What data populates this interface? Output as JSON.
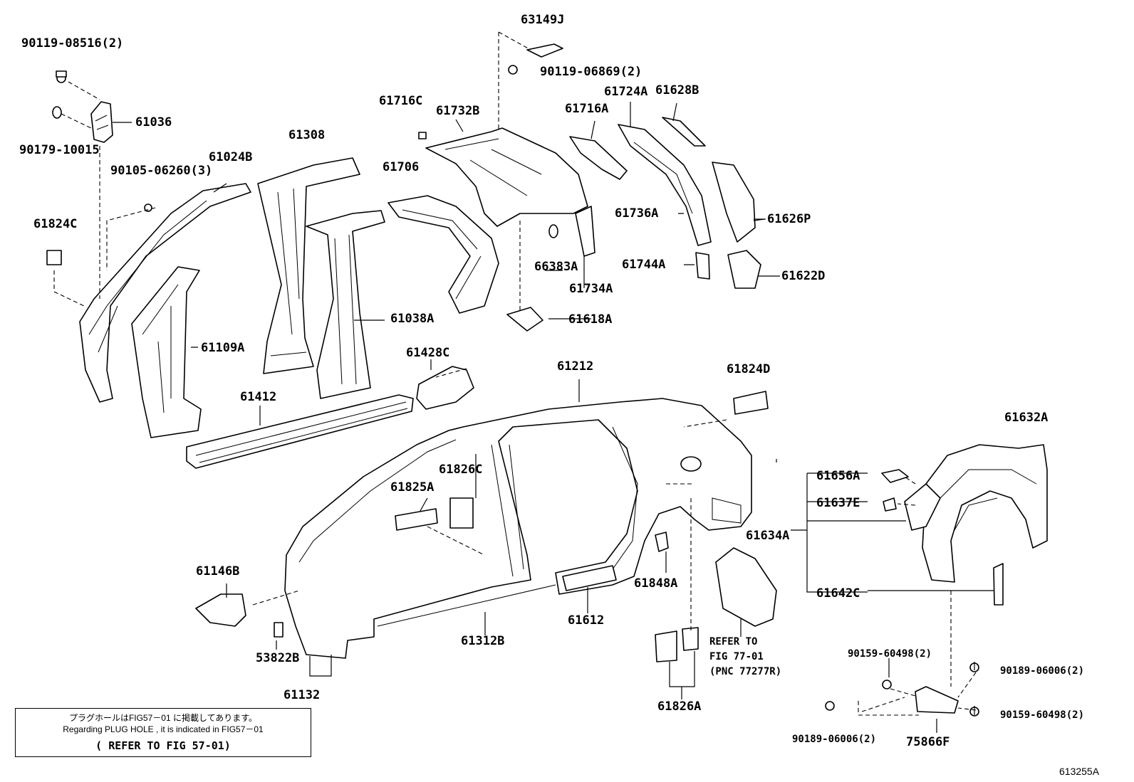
{
  "labels": {
    "p90119_08516": "90119-08516(2)",
    "p61036": "61036",
    "p90179_10015": "90179-10015",
    "p90105_06260": "90105-06260(3)",
    "p61024B": "61024B",
    "p61824C": "61824C",
    "p61308": "61308",
    "p61109A": "61109A",
    "p61038A": "61038A",
    "p61412": "61412",
    "p61428C": "61428C",
    "p63149J": "63149J",
    "p90119_06869": "90119-06869(2)",
    "p61716C": "61716C",
    "p61732B": "61732B",
    "p61706": "61706",
    "p61716A": "61716A",
    "p61724A": "61724A",
    "p61628B": "61628B",
    "p61736A": "61736A",
    "p61626P": "61626P",
    "p66383A": "66383A",
    "p61734A": "61734A",
    "p61744A": "61744A",
    "p61622D": "61622D",
    "p61618A": "61618A",
    "p61212": "61212",
    "p61824D": "61824D",
    "p61826C": "61826C",
    "p61825A": "61825A",
    "p61146B": "61146B",
    "p53822B": "53822B",
    "p61132": "61132",
    "p61312B": "61312B",
    "p61612": "61612",
    "p61848A": "61848A",
    "p61826A": "61826A",
    "p61632A": "61632A",
    "p61656A": "61656A",
    "p61637E": "61637E",
    "p61634A": "61634A",
    "p61642C": "61642C",
    "p90159_60498_a": "90159-60498(2)",
    "p90189_06006_a": "90189-06006(2)",
    "p90159_60498_b": "90159-60498(2)",
    "p90189_06006_b": "90189-06006(2)",
    "p75866F": "75866F"
  },
  "refer": {
    "line1": "REFER TO",
    "line2": "FIG 77-01",
    "line3": "(PNC 77277R)"
  },
  "note": {
    "line1": "プラグホールはFIG57－01 に掲載してあります。",
    "line2": "Regarding PLUG HOLE , it is indicated in FIG57－01",
    "line3": "( REFER TO FIG 57-01)"
  },
  "figure_id": "613255A"
}
